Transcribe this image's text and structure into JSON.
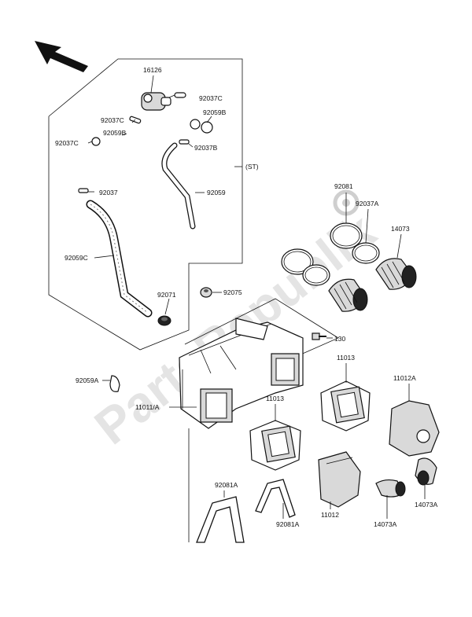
{
  "watermark": "PartsRepublik",
  "labels": {
    "p16126": "16126",
    "p92037C_a": "92037C",
    "p92037C_b": "92037C",
    "p92037C_c": "92037C",
    "p92059B_a": "92059B",
    "p92059B_b": "92059B",
    "p92037B": "92037B",
    "pST": "(ST)",
    "p92037": "92037",
    "p92059": "92059",
    "p92059C": "92059C",
    "p92071": "92071",
    "p92075": "92075",
    "p92081": "92081",
    "p92037A": "92037A",
    "p14073": "14073",
    "p130": "130",
    "p92059A": "92059A",
    "p11013_a": "11013",
    "p11013_b": "11013",
    "p11012A": "11012A",
    "p11011A": "11011/A",
    "p92081A_a": "92081A",
    "p92081A_b": "92081A",
    "p11012": "11012",
    "p14073A_a": "14073A",
    "p14073A_b": "14073A"
  }
}
